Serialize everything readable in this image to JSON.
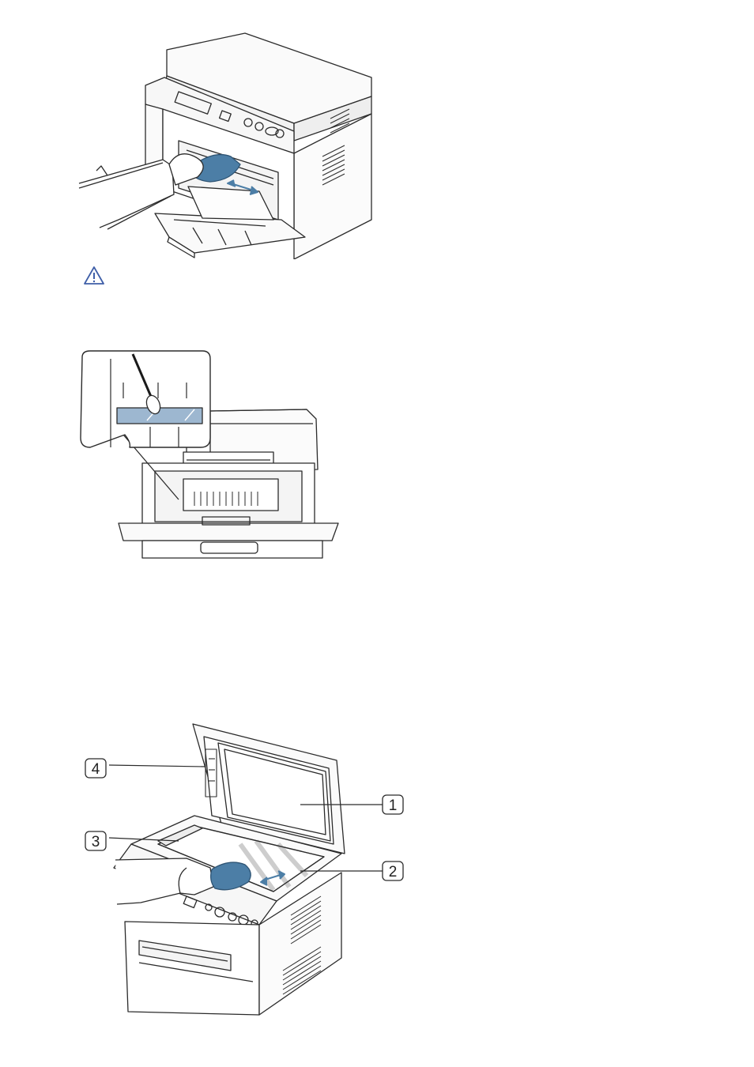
{
  "figures": {
    "cleaning_interior": {
      "icon": "hand-wiping-printer-interior"
    },
    "warning": {
      "icon": "warning-triangle-icon",
      "color": "#3f5fa8"
    },
    "lsu_cleaning": {
      "icon": "swab-cleaning-laser-window"
    },
    "scanner_cleaning": {
      "callouts": [
        {
          "number": "1"
        },
        {
          "number": "2"
        },
        {
          "number": "3"
        },
        {
          "number": "4"
        }
      ]
    }
  },
  "colors": {
    "cloth": "#4c7ea6",
    "line": "#2b2b2b",
    "glass": "#9db7d0"
  }
}
